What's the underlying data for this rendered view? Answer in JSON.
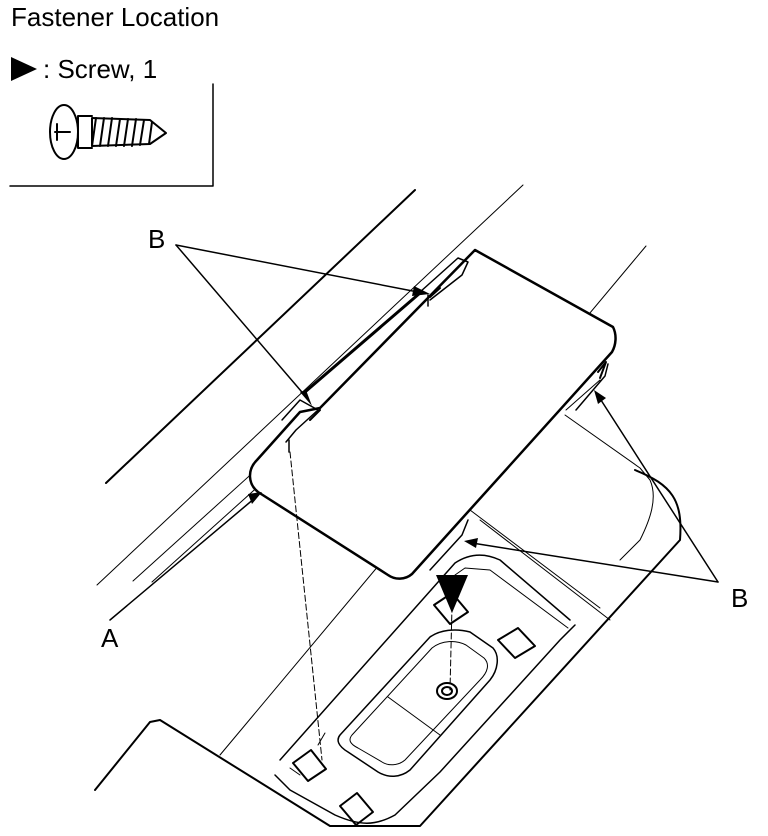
{
  "title": "Fastener Location",
  "legend": {
    "marker_icon": "solid-triangle-right-icon",
    "text": ": Screw, 1",
    "fastener_icon": "pan-head-screw-icon"
  },
  "callouts": {
    "a": "A",
    "b_upper": "B",
    "b_lower": "B"
  }
}
